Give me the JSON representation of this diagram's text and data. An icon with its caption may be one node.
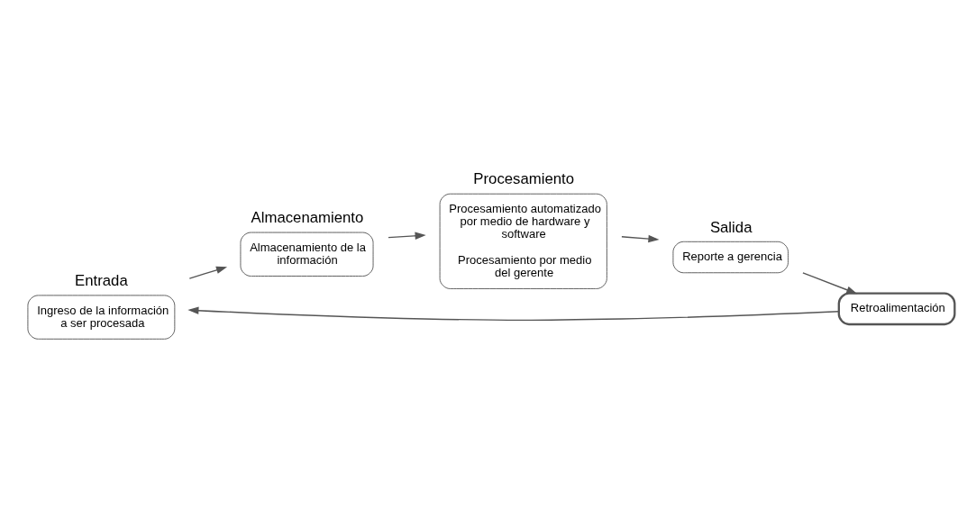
{
  "diagram": {
    "nodes": [
      {
        "text": [
          "Entrada",
          "Ingreso de la información a ser procesada"
        ]
      },
      {
        "text": [
          "Almacenamiento",
          "Almacenamiento de la información"
        ]
      },
      {
        "text": [
          "Procesamiento",
          "Procesamiento automatizado por medio de hardware y software",
          "Procesamiento por medio del gerente"
        ]
      },
      {
        "text": [
          "Salida",
          "Reporte a gerencia"
        ]
      },
      {
        "text": [
          "Retroalimentación"
        ]
      }
    ],
    "edges": [
      {
        "from": 0,
        "to": 1,
        "arrow": "to"
      },
      {
        "from": 1,
        "to": 2,
        "arrow": "to"
      },
      {
        "from": 2,
        "to": 3,
        "arrow": "to"
      },
      {
        "from": 3,
        "to": 4,
        "arrow": "to"
      },
      {
        "from": 4,
        "to": 0,
        "arrow": "to"
      }
    ]
  }
}
